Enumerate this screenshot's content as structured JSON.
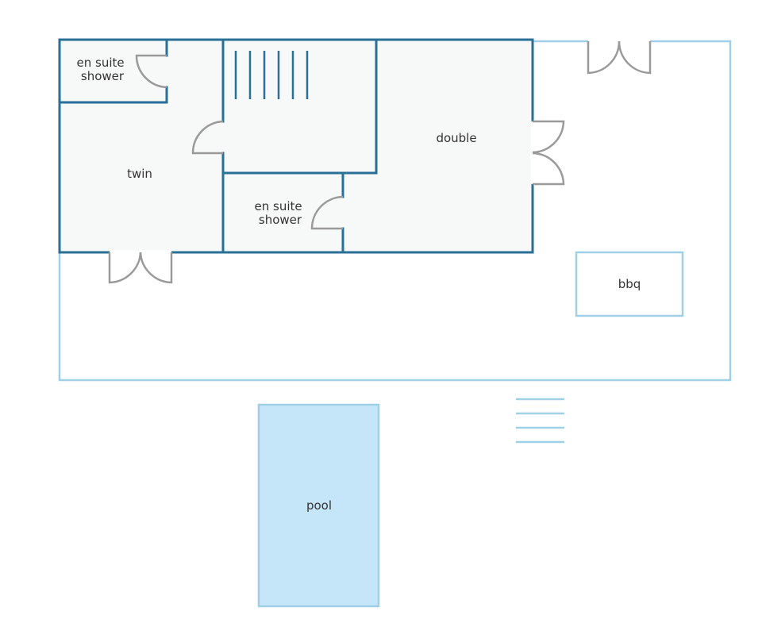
{
  "labels": {
    "ensuite_top": [
      "en suite",
      "shower"
    ],
    "ensuite_mid": [
      "en suite",
      "shower"
    ],
    "twin": "twin",
    "double": "double",
    "bbq": "bbq",
    "pool": "pool"
  },
  "colors": {
    "wall": "#2a6f96",
    "outline": "#9fd0e6",
    "door": "#9a9a9a",
    "room_fill": "#f7f8f8",
    "pool_fill": "#c5e5f8",
    "text": "#333333"
  }
}
